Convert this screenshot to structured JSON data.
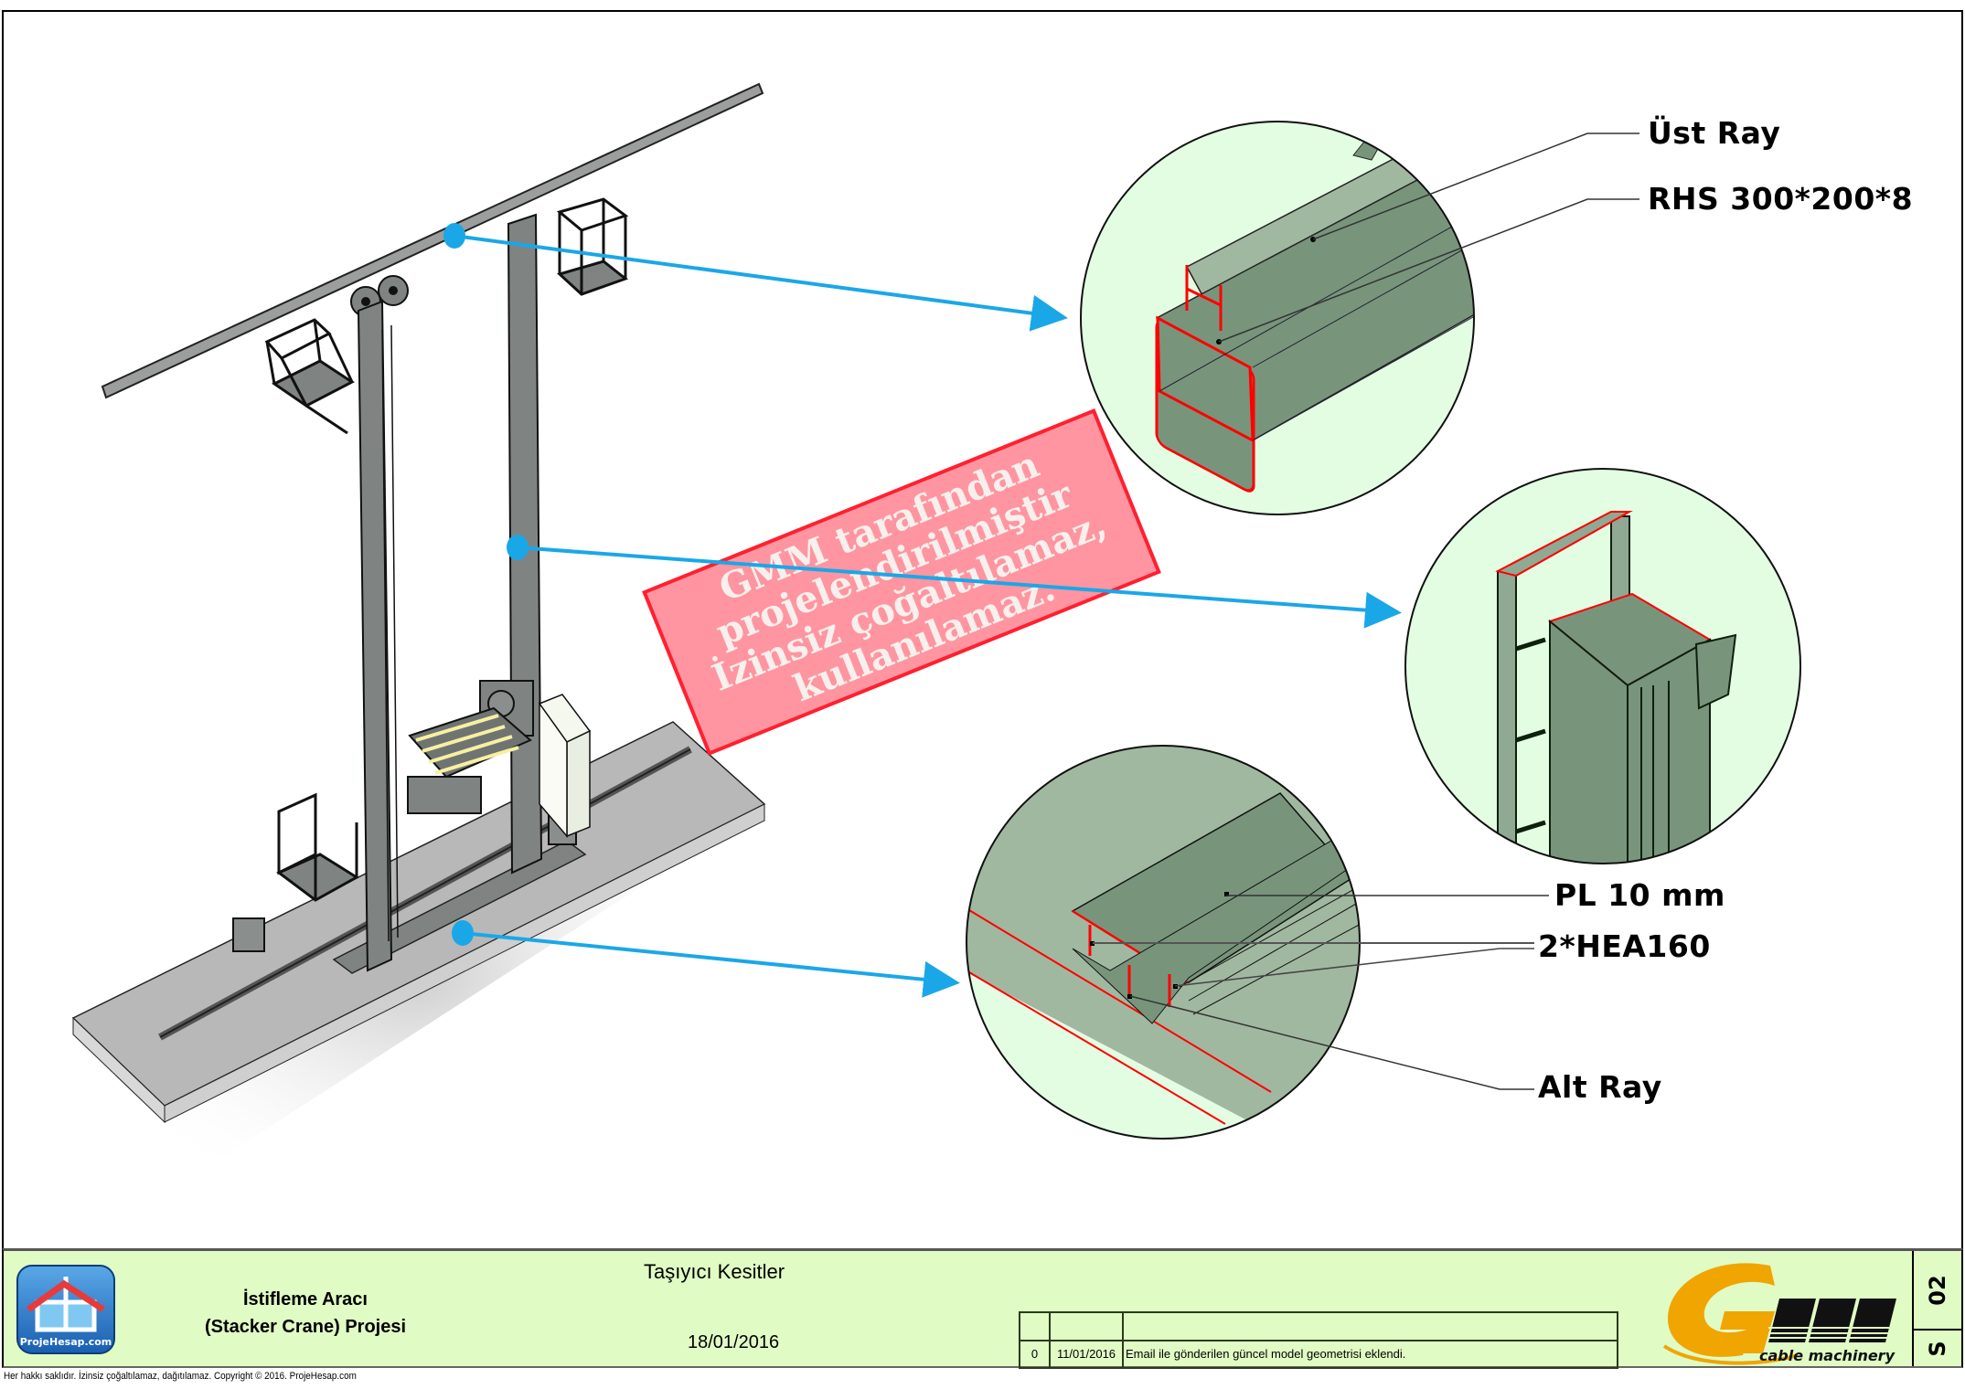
{
  "drawing": {
    "callouts": {
      "ust_ray": "Üst Ray",
      "rhs": "RHS 300*200*8",
      "pl": "PL 10 mm",
      "hea": "2*HEA160",
      "alt_ray": "Alt Ray"
    },
    "watermark": {
      "lines": [
        "GMM tarafından",
        "projelendirilmiştir",
        "İzinsiz çoğaltılamaz,",
        "kullanılamaz."
      ]
    },
    "colors": {
      "arrow": "#1aa7e8",
      "section_red": "#ff0000",
      "detail_bg": "#e3fde3",
      "steel_light": "#a1b8a0",
      "steel_dark": "#78957c",
      "watermark_fill": "#ff95a0",
      "watermark_border": "#ff2030",
      "crane_grey": "#7f8482",
      "floor_grey": "#b8b8b8"
    }
  },
  "title_block": {
    "logo_text": "ProjeHesap.com",
    "project_title_line1": "İstifleme Aracı",
    "project_title_line2": "(Stacker Crane) Projesi",
    "sheet_title": "Taşıyıcı Kesitler",
    "date": "18/01/2016",
    "revisions": [
      {
        "no": "",
        "date": "",
        "description": ""
      },
      {
        "no": "0",
        "date": "11/01/2016",
        "description": "Email ile gönderilen güncel model geometrisi eklendi."
      }
    ],
    "company_logo": "GMM",
    "company_tagline": "cable machinery",
    "sheet_number": "02",
    "sheet_series": "S",
    "colors": {
      "background": "#e0fbc4",
      "gmm_orange": "#f0a500"
    }
  },
  "footer": {
    "copyright": "Her hakkı saklıdır. İzinsiz çoğaltılamaz, dağıtılamaz. Copyright © 2016. ProjeHesap.com"
  }
}
